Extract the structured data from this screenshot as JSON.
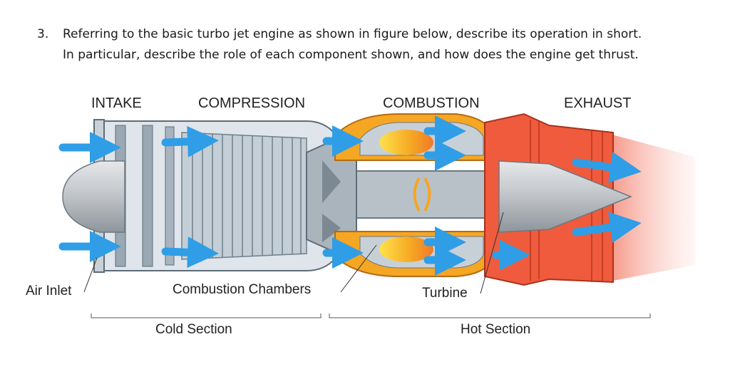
{
  "question": {
    "number": "3.",
    "line1": "Referring to the basic turbo jet engine as shown in figure below, describe its operation in short.",
    "line2": "In particular, describe the role of each component shown, and how does the engine get thrust."
  },
  "diagram": {
    "stages": {
      "intake": "INTAKE",
      "compression": "COMPRESSION",
      "combustion": "COMBUSTION",
      "exhaust": "EXHAUST"
    },
    "parts": {
      "air_inlet": "Air Inlet",
      "combustion_chambers": "Combustion Chambers",
      "turbine": "Turbine"
    },
    "sections": {
      "cold": "Cold Section",
      "hot": "Hot Section"
    },
    "colors": {
      "airflow": "#2f9ee6",
      "casing": "#7f95a8",
      "compressor": "#b7c4cf",
      "combustor": "#f5a623",
      "flame": "#f07a2a",
      "exhaust": "#ef5b3c",
      "plume": "#f7b0a4"
    }
  }
}
